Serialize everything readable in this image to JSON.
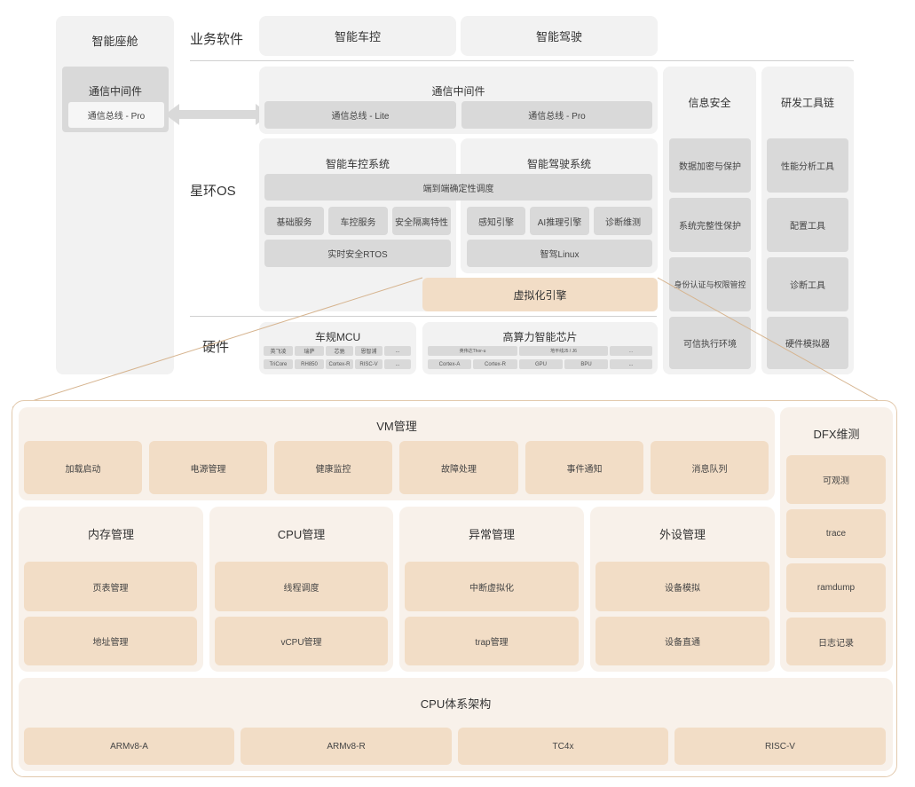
{
  "top": {
    "cockpit": {
      "title": "智能座舱",
      "middleware": "通信中间件",
      "bus": "通信总线 - Pro"
    },
    "labels": {
      "business": "业务软件",
      "os": "星环OS",
      "hardware": "硬件"
    },
    "business": {
      "vehicle_control": "智能车控",
      "driving": "智能驾驶"
    },
    "middleware": {
      "title": "通信中间件",
      "bus_lite": "通信总线 - Lite",
      "bus_pro": "通信总线 - Pro"
    },
    "vcs": {
      "title": "智能车控系统",
      "svc1": "基础服务",
      "svc2": "车控服务",
      "svc3": "安全隔离特性",
      "rtos": "实时安全RTOS"
    },
    "ads": {
      "title": "智能驾驶系统",
      "svc1": "感知引擎",
      "svc2": "AI推理引擎",
      "svc3": "诊断维测",
      "linux": "智驾Linux"
    },
    "e2e": "端到端确定性调度",
    "hypervisor": "虚拟化引擎",
    "security": {
      "title": "信息安全",
      "items": [
        "数据加密与保护",
        "系统完整性保护",
        "身份认证与权限管控",
        "可信执行环境"
      ]
    },
    "toolchain": {
      "title": "研发工具链",
      "items": [
        "性能分析工具",
        "配置工具",
        "诊断工具",
        "硬件模拟器"
      ]
    },
    "mcu": {
      "title": "车规MCU",
      "row1": [
        "英飞凌",
        "瑞萨",
        "芯驰",
        "恩智浦",
        "..."
      ],
      "row2": [
        "TriCore",
        "RH850",
        "Cortex-R",
        "RISC-V",
        "..."
      ]
    },
    "soc": {
      "title": "高算力智能芯片",
      "row1": [
        "英伟达Thor-u",
        "地平线J5 / J6",
        "..."
      ],
      "row2": [
        "Cortex-A",
        "Cortex-R",
        "GPU",
        "BPU",
        "..."
      ]
    }
  },
  "bottom": {
    "vm": {
      "title": "VM管理",
      "items": [
        "加载启动",
        "电源管理",
        "健康监控",
        "故障处理",
        "事件通知",
        "消息队列"
      ]
    },
    "dfx": {
      "title": "DFX维测",
      "items": [
        "可观测",
        "trace",
        "ramdump",
        "日志记录"
      ]
    },
    "mem": {
      "title": "内存管理",
      "items": [
        "页表管理",
        "地址管理"
      ]
    },
    "cpu": {
      "title": "CPU管理",
      "items": [
        "线程调度",
        "vCPU管理"
      ]
    },
    "exc": {
      "title": "异常管理",
      "items": [
        "中断虚拟化",
        "trap管理"
      ]
    },
    "dev": {
      "title": "外设管理",
      "items": [
        "设备模拟",
        "设备直通"
      ]
    },
    "arch": {
      "title": "CPU体系架构",
      "items": [
        "ARMv8-A",
        "ARMv8-R",
        "TC4x",
        "RISC-V"
      ]
    }
  }
}
